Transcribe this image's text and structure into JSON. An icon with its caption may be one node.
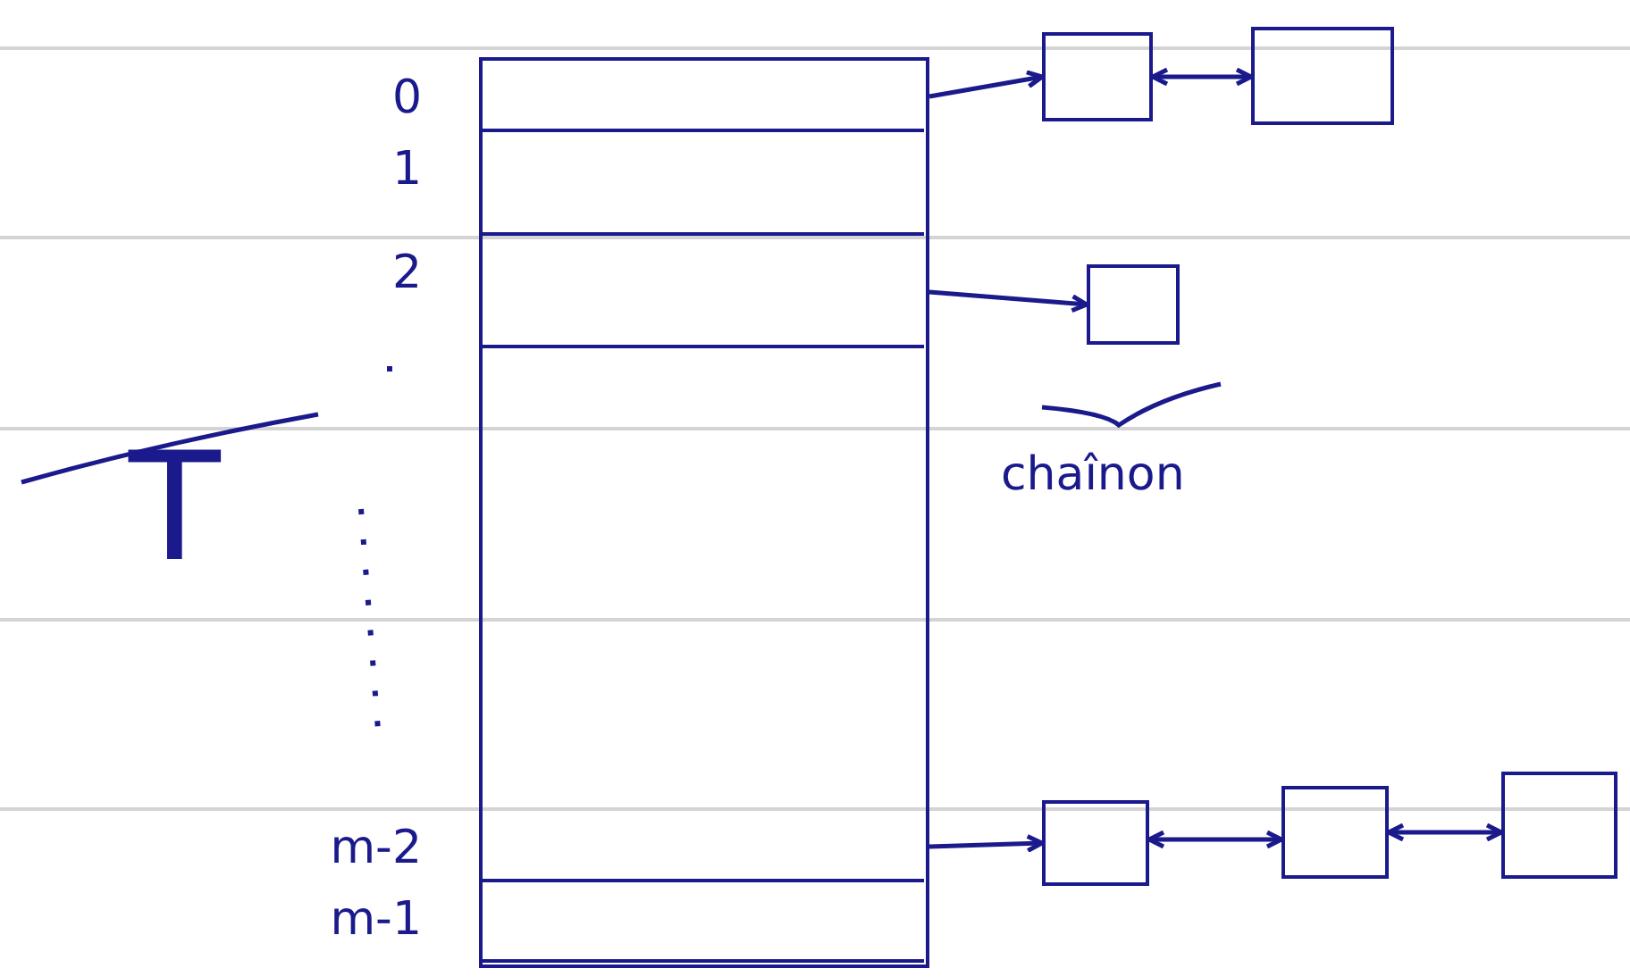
{
  "diagram": {
    "nodes": [
      {
        "text": [],
        "shape": "box"
      },
      {
        "text": [],
        "shape": "box",
        "in": 0,
        "beside": [
          "0"
        ]
      },
      {
        "text": [],
        "shape": "box",
        "in": 0,
        "beside": [
          "1"
        ]
      },
      {
        "text": [],
        "shape": "box",
        "in": 0,
        "beside": [
          "2"
        ]
      },
      {
        "text": [],
        "shape": "box",
        "in": 0,
        "beside": [
          "m-2"
        ]
      },
      {
        "text": [],
        "shape": "box",
        "in": 0,
        "beside": [
          "m-1"
        ]
      },
      {
        "text": [],
        "shape": "box"
      },
      {
        "text": [],
        "shape": "box"
      },
      {
        "text": [],
        "shape": "box",
        "beside": [
          "chaînon"
        ]
      },
      {
        "text": [],
        "shape": "box"
      },
      {
        "text": [],
        "shape": "box"
      },
      {
        "text": [],
        "shape": "box"
      }
    ],
    "edges": [
      {
        "from": 1,
        "to": 6,
        "arrow": "to"
      },
      {
        "from": 6,
        "to": 7,
        "arrow": "both"
      },
      {
        "from": 3,
        "to": 8,
        "arrow": "to"
      },
      {
        "from": 4,
        "to": 9,
        "arrow": "to"
      },
      {
        "from": 9,
        "to": 10,
        "arrow": "both"
      },
      {
        "from": 10,
        "to": 11,
        "arrow": "both"
      }
    ],
    "labels": [
      "T"
    ]
  }
}
